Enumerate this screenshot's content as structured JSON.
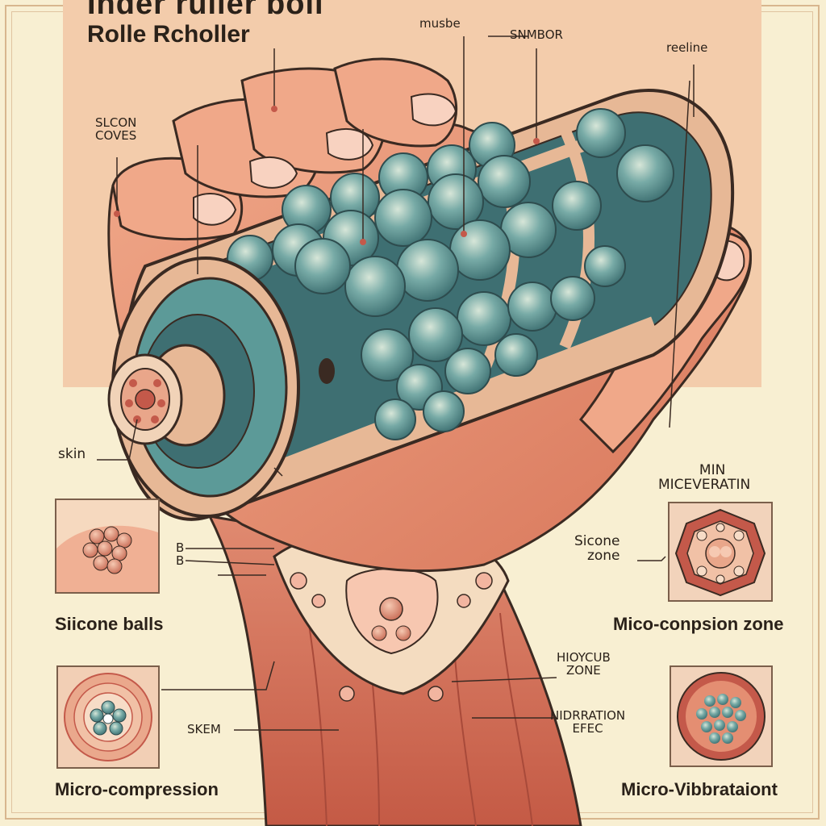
{
  "title": "Inder ruller boli",
  "subtitle": "Rolle Rcholler",
  "labels": {
    "musbe": "musbe",
    "snmbor": "snmbor",
    "reeline": "reeline",
    "slcon_line1": "slcon",
    "slcon_line2": "coves",
    "skin": "skin",
    "b1": "B",
    "b2": "B",
    "min_line1": "min",
    "min_line2": "miceveratin",
    "sicone_zone_line1": "Sicone",
    "sicone_zone_line2": "zone",
    "hioycub_line1": "hioycub",
    "hioycub_line2": "zone",
    "skem": "skem",
    "nidrration_line1": "nidrration",
    "nidrration_line2": "efec"
  },
  "insets": {
    "silicone_balls": "Siicone balls",
    "micro_compression": "Micro-compression",
    "mico_compsion_zone": "Mico-conpsion zone",
    "micro_vibration": "Micro-Vibbrataiont"
  },
  "colors": {
    "background": "#f8efd2",
    "panel": "#f3ccab",
    "teal": "#5c9a98",
    "skin": "#e3926e",
    "outline": "#3a2a22"
  }
}
